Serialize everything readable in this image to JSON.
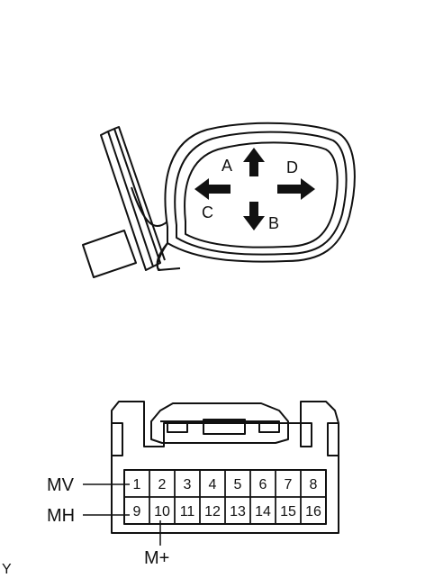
{
  "mirror": {
    "directions": {
      "up": "A",
      "down": "B",
      "left": "C",
      "right": "D"
    }
  },
  "connector": {
    "row1": [
      "1",
      "2",
      "3",
      "4",
      "5",
      "6",
      "7",
      "8"
    ],
    "row2": [
      "9",
      "10",
      "11",
      "12",
      "13",
      "14",
      "15",
      "16"
    ],
    "wire_labels": {
      "row1_pin1": "MV",
      "row2_pin1": "MH",
      "row2_pin2": "M+"
    }
  },
  "corner_mark": "Y"
}
